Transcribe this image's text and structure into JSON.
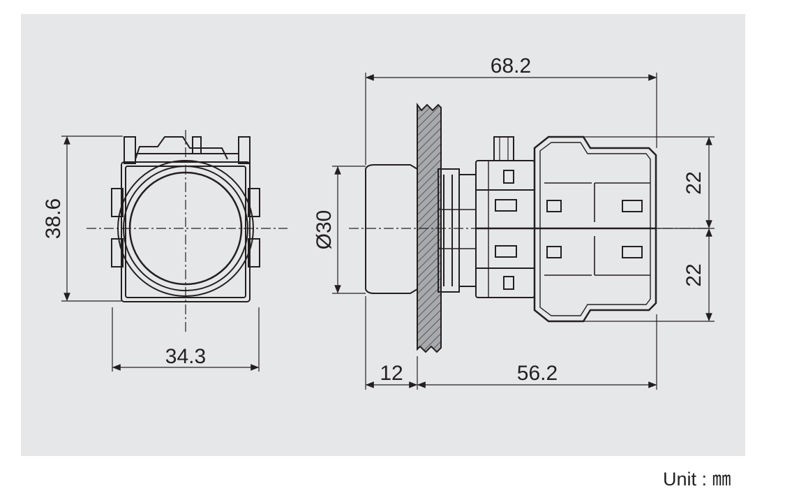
{
  "dimensions": {
    "height_front": "38.6",
    "width_front": "34.3",
    "total_length": "68.2",
    "diameter": "Ø30",
    "panel_depth": "12",
    "body_length": "56.2",
    "contact_upper": "22",
    "contact_lower": "22"
  },
  "unit": {
    "label": "Unit",
    "separator": ":",
    "value": "㎜"
  }
}
